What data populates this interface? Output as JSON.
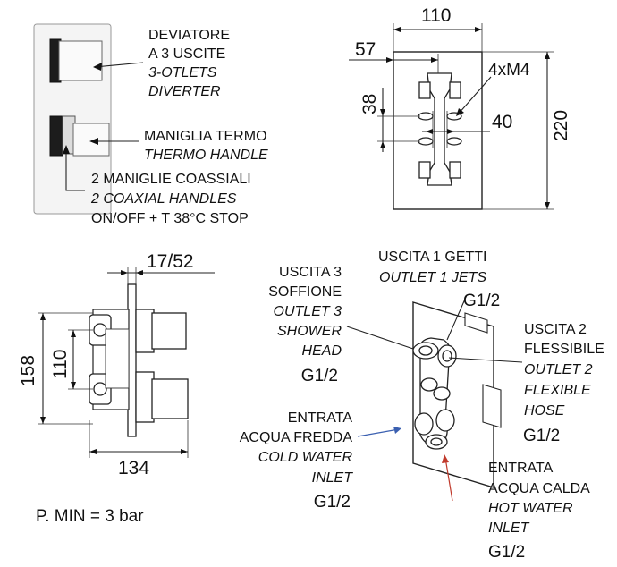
{
  "labels": {
    "diverter": [
      "DEVIATORE",
      "A 3 USCITE",
      "3-OTLETS",
      "DIVERTER"
    ],
    "thermo": [
      "MANIGLIA TERMO",
      "THERMO HANDLE"
    ],
    "coaxial": [
      "2 MANIGLIE COASSIALI",
      "2 COAXIAL HANDLES",
      "ON/OFF + T 38°C STOP"
    ],
    "outlet3": [
      "USCITA 3",
      "SOFFIONE",
      "OUTLET 3",
      "SHOWER",
      "HEAD",
      "G1/2"
    ],
    "outlet1": [
      "USCITA 1 GETTI",
      "OUTLET 1 JETS",
      "G1/2"
    ],
    "outlet2": [
      "USCITA 2",
      "FLESSIBILE",
      "OUTLET 2",
      "FLEXIBLE",
      "HOSE",
      "G1/2"
    ],
    "cold": [
      "ENTRATA",
      "ACQUA FREDDA",
      "COLD WATER",
      "INLET",
      "G1/2"
    ],
    "hot": [
      "ENTRATA",
      "ACQUA CALDA",
      "HOT WATER",
      "INLET",
      "G1/2"
    ]
  },
  "dimensions": {
    "top_width": "110",
    "top_offset": "57",
    "screw": "4xM4",
    "spacing_v": "38",
    "spacing_h": "40",
    "height": "220",
    "side_depth": "17/52",
    "side_height": "158",
    "side_inner": "110",
    "side_width": "134"
  },
  "pressure": "P. MIN = 3 bar",
  "colors": {
    "cold_arrow": "#3a5fb0",
    "hot_arrow": "#c0392b"
  }
}
